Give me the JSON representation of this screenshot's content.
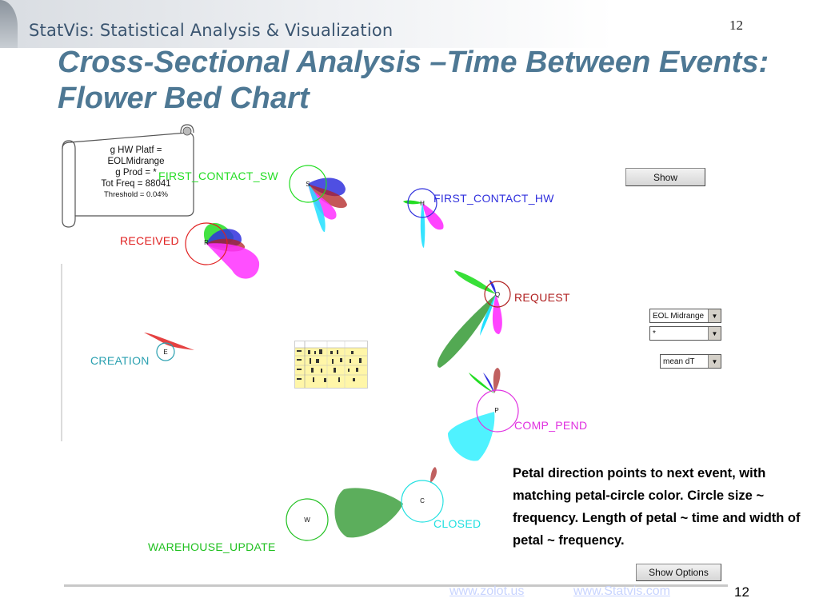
{
  "header": {
    "banner_text": "StatVis: Statistical Analysis & Visualization",
    "page_number": "12"
  },
  "title": {
    "line1": "Cross-Sectional Analysis –Time Between Events:",
    "line2": "Flower Bed Chart"
  },
  "note": {
    "line1": "g HW Platf =",
    "line2": "EOLMidrange",
    "line3": "g Prod = *",
    "line4": "Tot Freq = 88041",
    "line5": "Threshold = 0.04%"
  },
  "nodes": {
    "first_contact_sw": {
      "letter": "S",
      "label": "FIRST_CONTACT_SW",
      "color": "#22dd22"
    },
    "first_contact_hw": {
      "letter": "H",
      "label": "FIRST_CONTACT_HW",
      "color": "#3030dd"
    },
    "received": {
      "letter": "R",
      "label": "RECEIVED",
      "color": "#e02020"
    },
    "request": {
      "letter": "Q",
      "label": "REQUEST",
      "color": "#b02020"
    },
    "creation": {
      "letter": "E",
      "label": "CREATION",
      "color": "#2aa0b0"
    },
    "comp_pend": {
      "letter": "P",
      "label": "COMP_PEND",
      "color": "#e030e0"
    },
    "closed": {
      "letter": "C",
      "label": "CLOSED",
      "color": "#20e0e0"
    },
    "warehouse_update": {
      "letter": "W",
      "label": "WAREHOUSE_UPDATE",
      "color": "#20c020"
    }
  },
  "controls": {
    "show_button": "Show",
    "dropdown_platform": "EOL Midrange",
    "dropdown_product": "*",
    "dropdown_metric": "mean dT",
    "show_options_button": "Show Options"
  },
  "description": "Petal direction points to next event, with matching petal-circle color. Circle size ~ frequency.  Length of petal ~ time and width of petal ~ frequency.",
  "footer": {
    "link1": "www.zolot.us",
    "link2": "www.Statvis.com",
    "page_number": "12"
  }
}
